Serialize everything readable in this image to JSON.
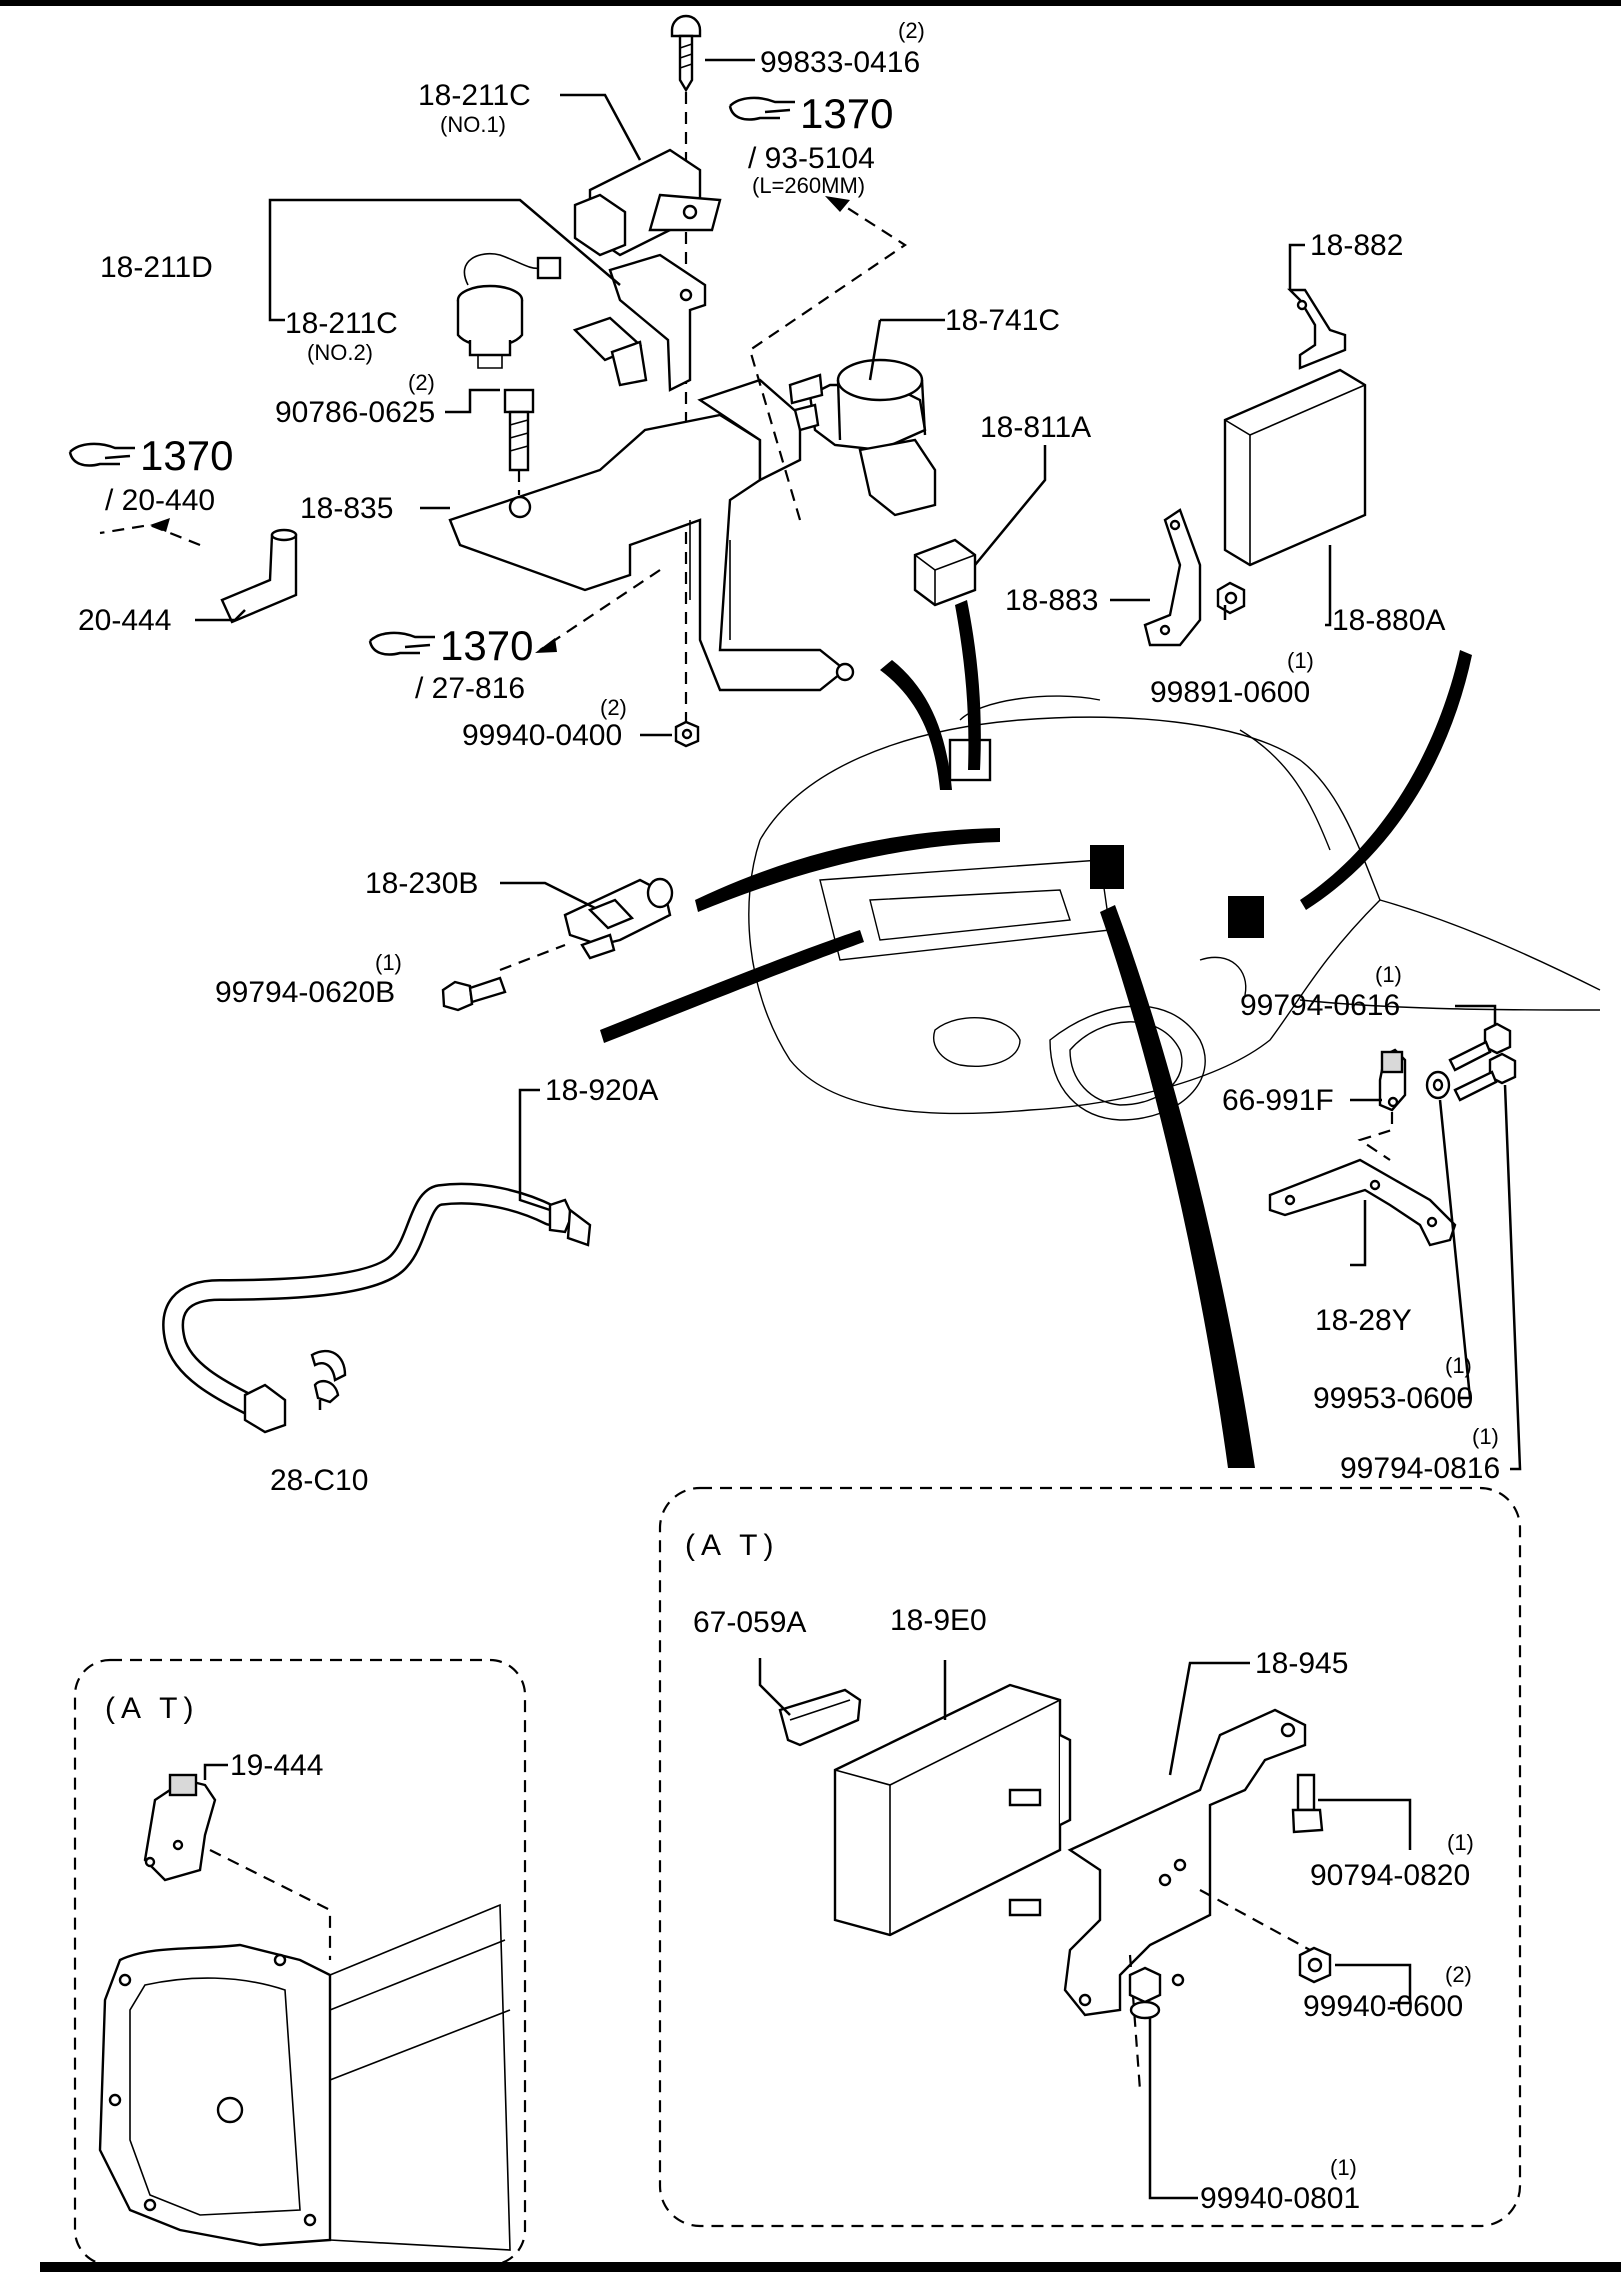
{
  "diagram": {
    "sections": {
      "at_left": "(A T)",
      "at_right": "(A T)"
    },
    "references": [
      {
        "number": "1370",
        "sub": "/ 93-5104",
        "note": "(L=260MM)"
      },
      {
        "number": "1370",
        "sub": "/ 20-440"
      },
      {
        "number": "1370",
        "sub": "/ 27-816"
      }
    ],
    "parts": [
      {
        "code": "99833-0416",
        "qty": "(2)"
      },
      {
        "code": "18-211C",
        "note": "(NO.1)"
      },
      {
        "code": "18-211D"
      },
      {
        "code": "18-211C",
        "note": "(NO.2)"
      },
      {
        "code": "90786-0625",
        "qty": "(2)"
      },
      {
        "code": "18-835"
      },
      {
        "code": "20-444"
      },
      {
        "code": "99940-0400",
        "qty": "(2)"
      },
      {
        "code": "18-741C"
      },
      {
        "code": "18-811A"
      },
      {
        "code": "18-882"
      },
      {
        "code": "18-883"
      },
      {
        "code": "18-880A"
      },
      {
        "code": "99891-0600",
        "qty": "(1)"
      },
      {
        "code": "18-230B"
      },
      {
        "code": "99794-0620B",
        "qty": "(1)"
      },
      {
        "code": "18-920A"
      },
      {
        "code": "28-C10"
      },
      {
        "code": "99794-0616",
        "qty": "(1)"
      },
      {
        "code": "66-991F"
      },
      {
        "code": "18-28Y"
      },
      {
        "code": "99953-0600",
        "qty": "(1)"
      },
      {
        "code": "99794-0816",
        "qty": "(1)"
      },
      {
        "code": "19-444"
      },
      {
        "code": "67-059A"
      },
      {
        "code": "18-9E0"
      },
      {
        "code": "18-945"
      },
      {
        "code": "90794-0820",
        "qty": "(1)"
      },
      {
        "code": "99940-0600",
        "qty": "(2)"
      },
      {
        "code": "99940-0801",
        "qty": "(1)"
      }
    ]
  }
}
